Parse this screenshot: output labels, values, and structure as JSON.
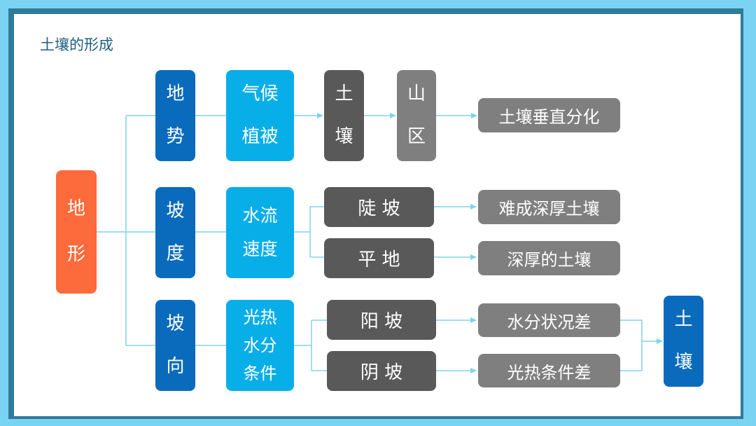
{
  "slide": {
    "title": "土壤的形成"
  },
  "diagram": {
    "root": "地\n形",
    "rows": [
      {
        "factor": "地\n势",
        "effect": "气候\n植被",
        "step": "土\n壤",
        "region": "山\n区",
        "result": "土壤垂直分化"
      },
      {
        "factor": "坡\n度",
        "effect": "水流\n速度",
        "branches": [
          {
            "label": "陡  坡",
            "result": "难成深厚土壤"
          },
          {
            "label": "平  地",
            "result": "深厚的土壤"
          }
        ]
      },
      {
        "factor": "坡\n向",
        "effect": "光热\n水分\n条件",
        "branches": [
          {
            "label": "阳  坡",
            "result": "水分状况差"
          },
          {
            "label": "阴  坡",
            "result": "光热条件差"
          }
        ]
      }
    ],
    "final": "土\n壤",
    "colors": {
      "root": "#fd6a3b",
      "factor": "#0a6bbd",
      "effect": "#08aee8",
      "step": "#595959",
      "result": "#7f7f7f",
      "line": "#7fd3ea",
      "title": "#1d5f82"
    }
  }
}
